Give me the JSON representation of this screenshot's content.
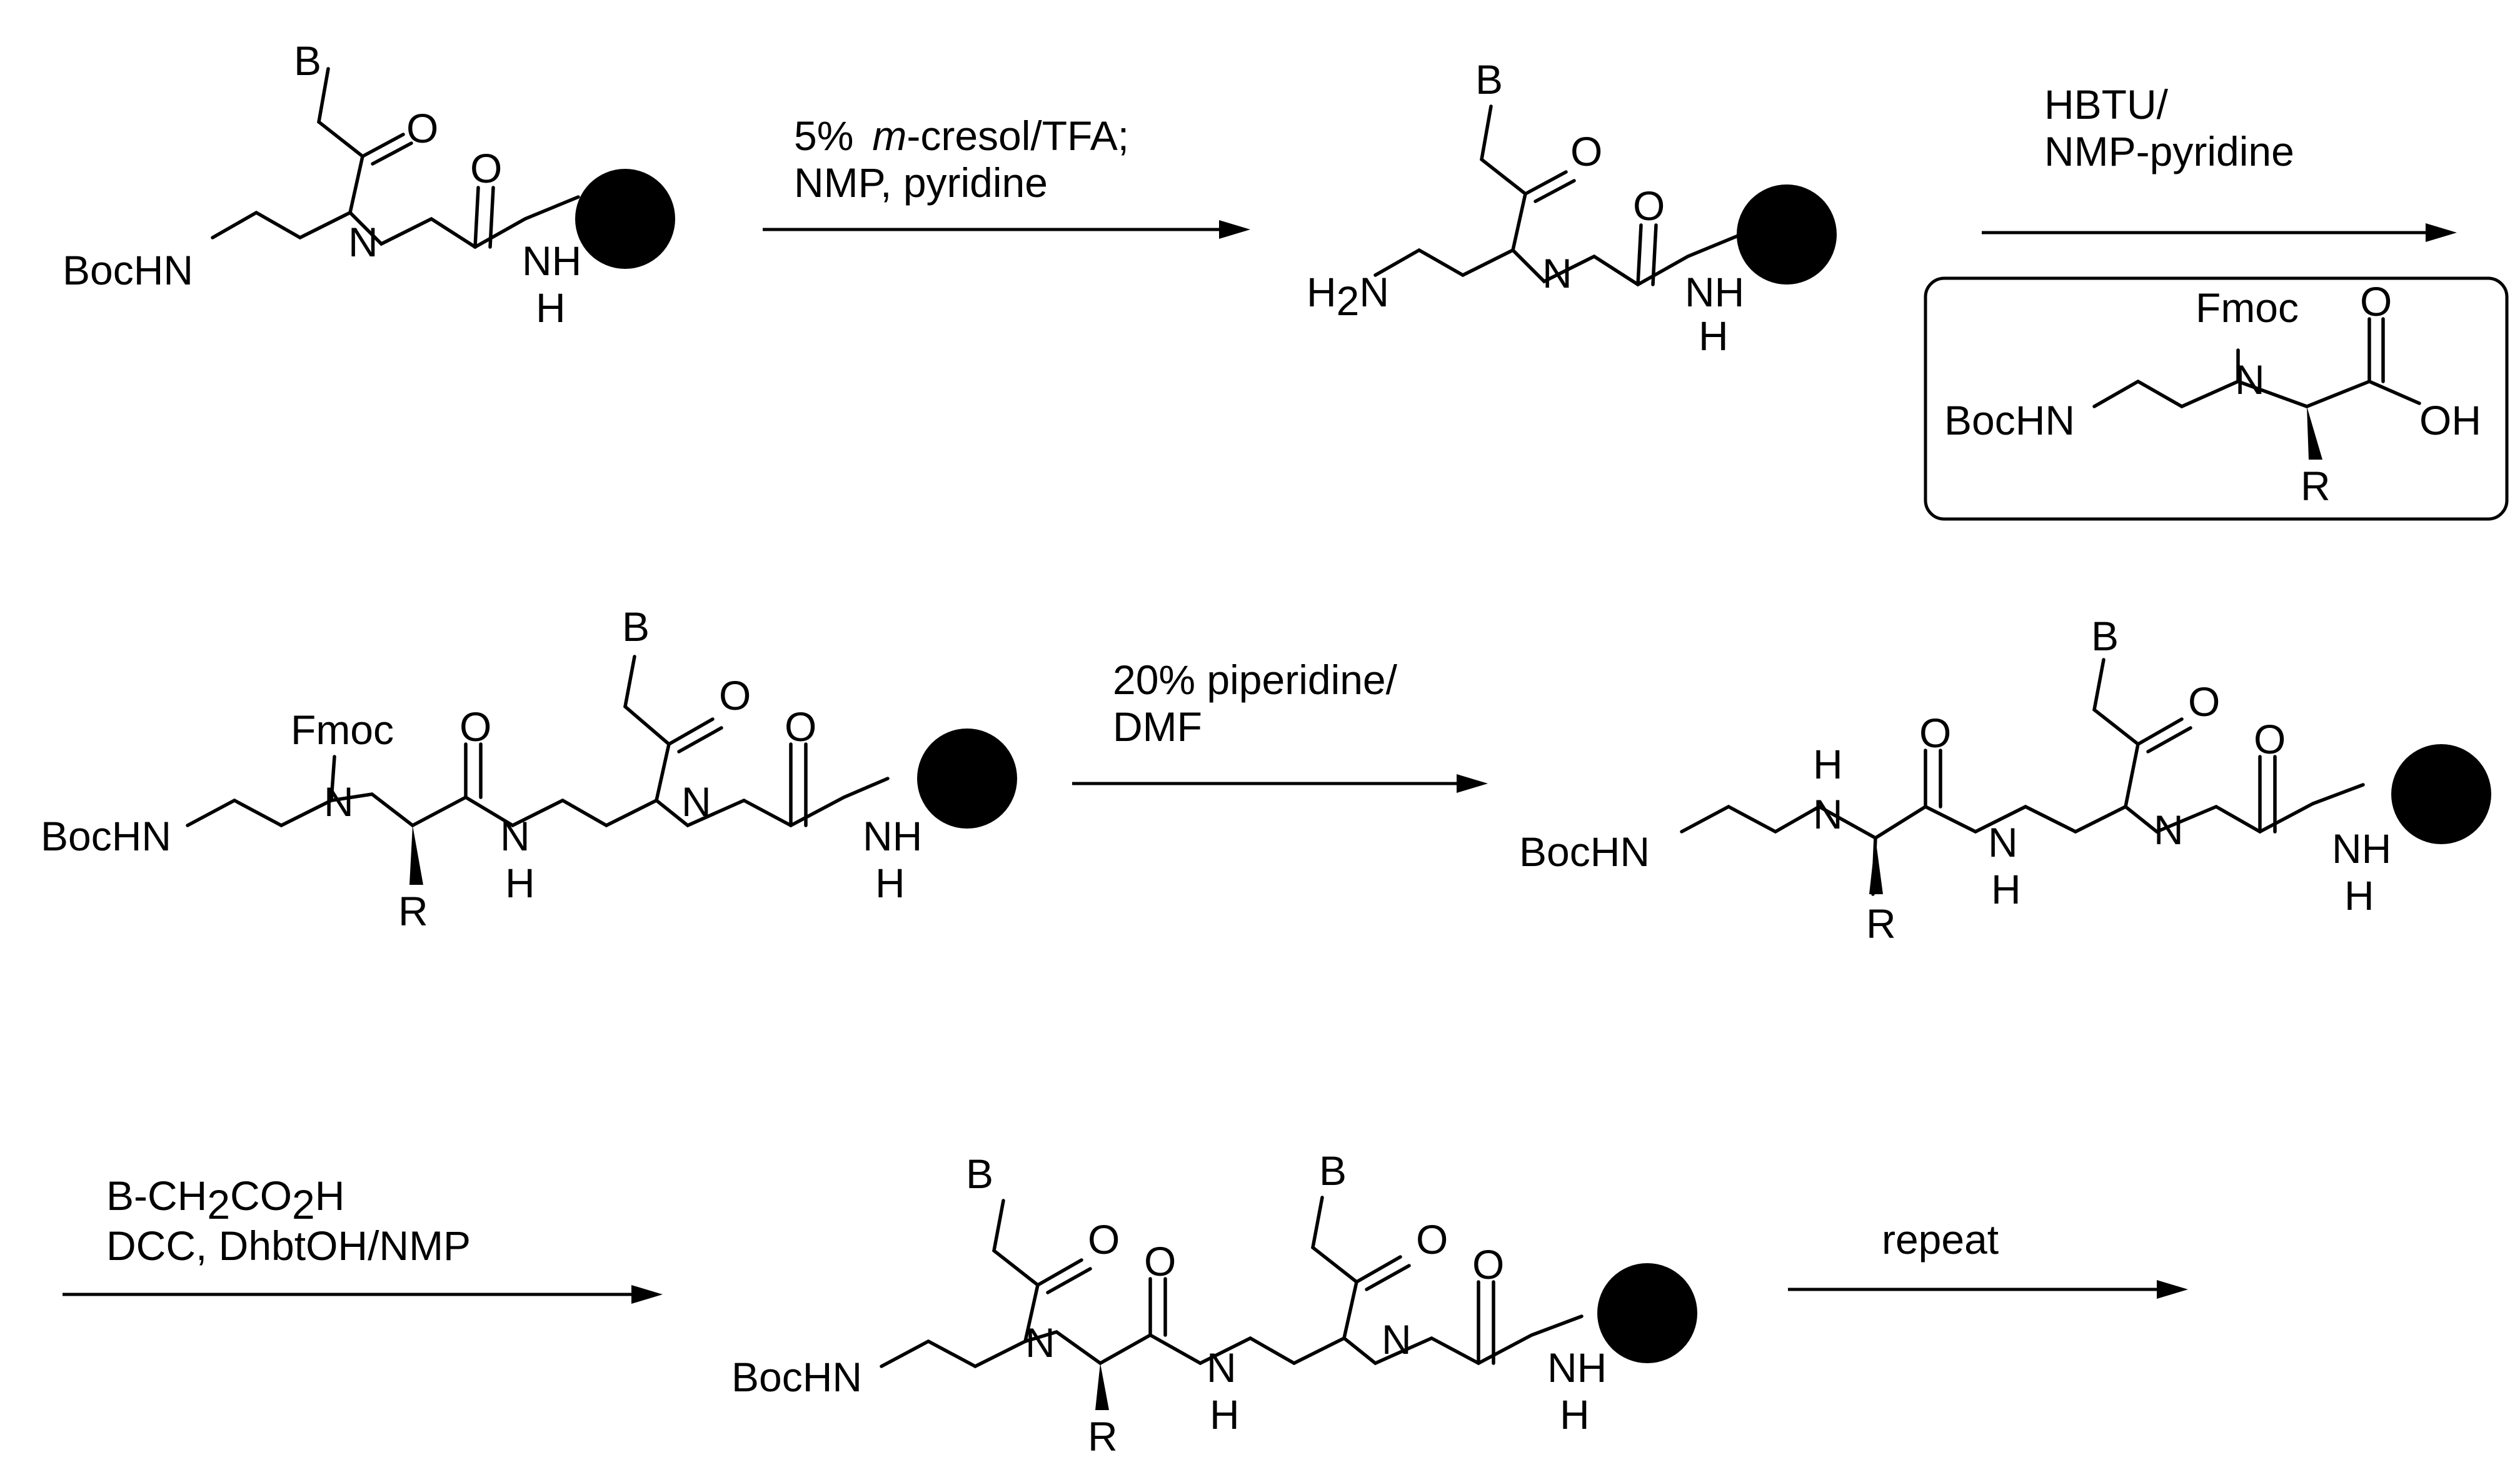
{
  "steps": {
    "step1": {
      "line1_prefix": "5%",
      "line1_italic": "m",
      "line1_suffix": "-cresol/TFA;",
      "line2": "NMP, pyridine"
    },
    "step2": {
      "line1": "HBTU/",
      "line2": "NMP-pyridine"
    },
    "step3": {
      "line1": "20% piperidine/",
      "line2": "DMF"
    },
    "step4": {
      "line1_a": "B-CH",
      "line1_sub1": "2",
      "line1_b": "CO",
      "line1_sub2": "2",
      "line1_c": "H",
      "line2": "DCC, DhbtOH/NMP"
    },
    "step5": {
      "line1": "repeat"
    }
  },
  "labels": {
    "base": "B",
    "oxygen": "O",
    "nitrogen": "N",
    "hydrogen": "H",
    "amide_nh": "NH",
    "boc_amine": "BocHN",
    "amine_h2n_a": "H",
    "amine_h2n_sub": "2",
    "amine_h2n_b": "N",
    "fmoc": "Fmoc",
    "hydroxyl": "OH",
    "side_chain": "R"
  }
}
